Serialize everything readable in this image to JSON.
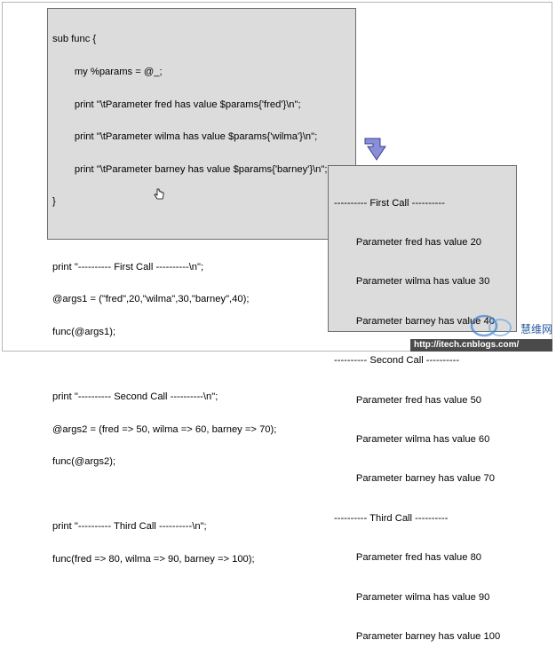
{
  "code": {
    "lines": [
      "sub func {",
      "        my %params = @_;",
      "        print \"\\tParameter fred has value $params{'fred'}\\n\";",
      "        print \"\\tParameter wilma has value $params{'wilma'}\\n\";",
      "        print \"\\tParameter barney has value $params{'barney'}\\n\";",
      "}",
      "",
      "print \"---------- First Call ----------\\n\";",
      "@args1 = (\"fred\",20,\"wilma\",30,\"barney\",40);",
      "func(@args1);",
      "",
      "print \"---------- Second Call ----------\\n\";",
      "@args2 = (fred => 50, wilma => 60, barney => 70);",
      "func(@args2);",
      "",
      "print \"---------- Third Call ----------\\n\";",
      "func(fred => 80, wilma => 90, barney => 100);"
    ]
  },
  "output": {
    "lines": [
      "---------- First Call ----------",
      "        Parameter fred has value 20",
      "        Parameter wilma has value 30",
      "        Parameter barney has value 40",
      "---------- Second Call ----------",
      "        Parameter fred has value 50",
      "        Parameter wilma has value 60",
      "        Parameter barney has value 70",
      "---------- Third Call ----------",
      "        Parameter fred has value 80",
      "        Parameter wilma has value 90",
      "        Parameter barney has value 100"
    ]
  },
  "watermark": {
    "url": "http://itech.cnblogs.com/",
    "brand": "慧维网"
  },
  "icons": {
    "arrow": "down-right-arrow-icon",
    "cursor": "hand-cursor-icon"
  },
  "colors": {
    "panel_bg": "#dcdcdc",
    "arrow_fill": "#8a8fd8",
    "arrow_stroke": "#3b3f8c"
  }
}
